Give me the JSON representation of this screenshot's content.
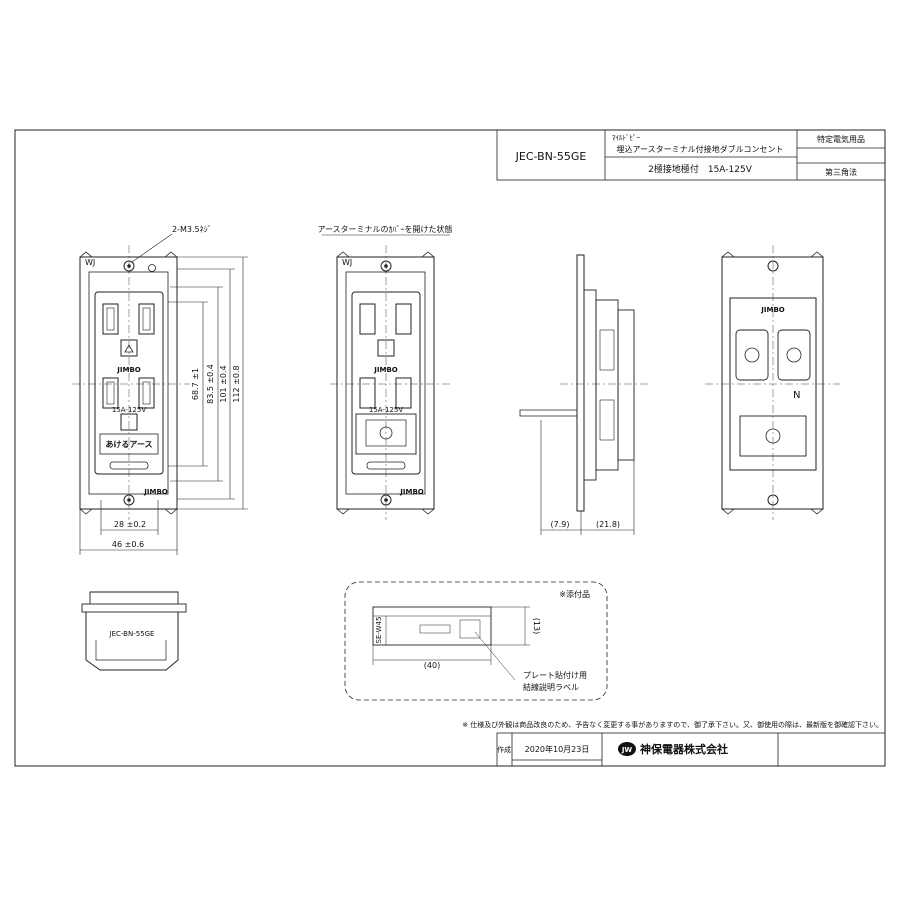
{
  "title_block": {
    "model": "JEC-BN-55GE",
    "series_label": "ﾏｲﾙﾄﾞﾋﾟｰ",
    "product_name": "埋込アースターミナル付接地ダブルコンセント",
    "spec": "2極接地極付　15A-125V",
    "category": "特定電気用品",
    "projection": "第三角法"
  },
  "front_view": {
    "screw_label": "2-M3.5ﾈｼﾞ",
    "brand_mark": "WJ",
    "rating_label": "15A-125V",
    "earth_label": "あけるアース",
    "logo": "JIMBO",
    "dimensions": {
      "d1": "68.7 ±1",
      "d2": "83.5 ±0.4",
      "d3": "101 ±0.4",
      "d4": "112 ±0.8",
      "width_inner": "28 ±0.2",
      "width_outer": "46 ±0.6"
    }
  },
  "open_view": {
    "caption": "アースターミナルのｶﾊﾞｰを開けた状態",
    "brand_mark": "WJ",
    "rating_label": "15A-125V",
    "logo": "JIMBO"
  },
  "side_view": {
    "dim_left": "(7.9)",
    "dim_right": "(21.8)"
  },
  "back_view": {
    "terminal_label": "N",
    "logo": "JIMBO"
  },
  "bottom_view": {
    "label": "JEC-BN-55GE"
  },
  "accessory": {
    "heading": "※添付品",
    "label_caption_1": "プレート貼付け用",
    "label_caption_2": "結線説明ラベル",
    "dim_width": "(40)",
    "dim_height": "(13)",
    "label_code": "SE-W45"
  },
  "footer": {
    "notice": "※ 仕様及び外観は商品改良のため、予告なく変更する事がありますので、御了承下さい。又、御使用の際は、最新版を御確認下さい。",
    "created_label": "作成",
    "date": "2020年10月23日",
    "company": "神保電器株式会社"
  }
}
